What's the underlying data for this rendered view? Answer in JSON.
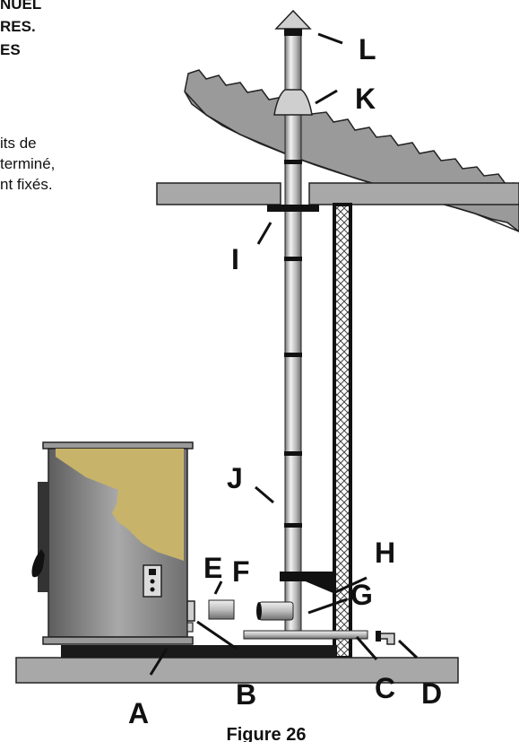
{
  "heading_lines": [
    "NUEL",
    "RES.",
    "ES"
  ],
  "text_lines": [
    "its de",
    "terminé,",
    "nt fixés."
  ],
  "labels": [
    "A",
    "B",
    "C",
    "D",
    "E",
    "F",
    "G",
    "H",
    "I",
    "J",
    "K",
    "L"
  ],
  "caption": "Figure 26",
  "colors": {
    "yellow": "#c8b36a",
    "stove_gray": "#8a8a8a",
    "floor": "#a8a8a8",
    "roof": "#9a9a9a",
    "pipe": "#cfcfcf"
  }
}
